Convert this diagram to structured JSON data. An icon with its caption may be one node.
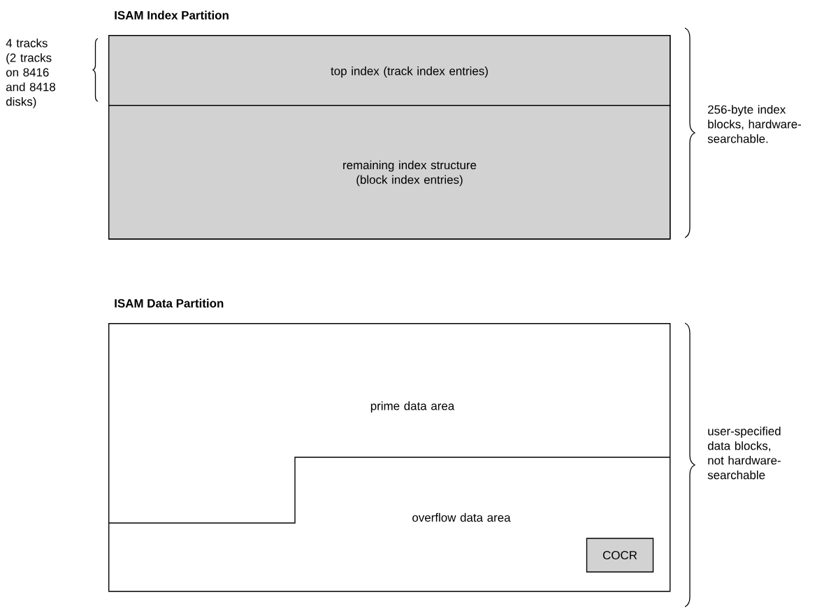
{
  "diagram": {
    "nodes": [
      {
        "text": [
          "ISAM Index Partition"
        ]
      },
      {
        "text": [
          "top index (track index entries)"
        ],
        "in": 0
      },
      {
        "text": [
          "remaining index structure (block index entries)"
        ],
        "in": 0
      },
      {
        "text": [
          "ISAM Data Partition"
        ]
      },
      {
        "text": [
          "prime data area"
        ],
        "in": 3
      },
      {
        "text": [
          "overflow data area"
        ],
        "in": 3
      },
      {
        "text": [
          "COCR"
        ],
        "in": 3
      }
    ],
    "labels": [
      "4 tracks (2 tracks on 8416 and 8418 disks)",
      "256-byte index blocks, hardware-searchable.",
      "user-specified data blocks, not hardware-searchable"
    ]
  }
}
